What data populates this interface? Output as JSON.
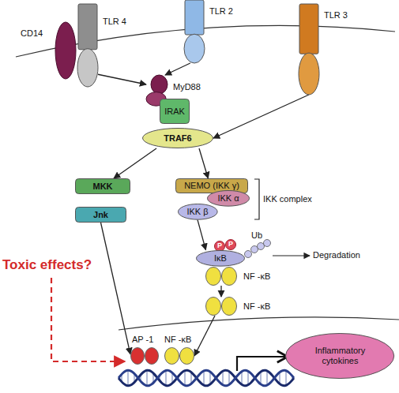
{
  "diagram": {
    "nodes": [
      {
        "text": [
          "CD14"
        ]
      },
      {
        "text": [
          "TLR 4"
        ]
      },
      {
        "text": [
          "TLR 2"
        ]
      },
      {
        "text": [
          "TLR 3"
        ]
      },
      {
        "text": [
          "MyD88"
        ]
      },
      {
        "text": [
          "IRAK"
        ]
      },
      {
        "text": [
          "TRAF6"
        ]
      },
      {
        "text": [
          "MKK"
        ]
      },
      {
        "text": [
          "Jnk"
        ]
      },
      {
        "text": [
          "NEMO (IKK γ)"
        ]
      },
      {
        "text": [
          "IKK α"
        ]
      },
      {
        "text": [
          "IKK β"
        ]
      },
      {
        "text": [
          "IκB"
        ]
      },
      {
        "text": [
          "NF -κB"
        ]
      },
      {
        "text": [
          "NF -κB"
        ]
      },
      {
        "text": [
          "AP -1"
        ]
      },
      {
        "text": [
          "NF -κB"
        ]
      },
      {
        "text": [
          "Inflammatory cytokines"
        ]
      }
    ],
    "edges": [
      {
        "from": 1,
        "to": 4,
        "arrow": "to"
      },
      {
        "from": 2,
        "to": 4,
        "arrow": "to"
      },
      {
        "from": 3,
        "to": 6,
        "arrow": "to"
      },
      {
        "from": 6,
        "to": 7,
        "arrow": "to"
      },
      {
        "from": 6,
        "to": 9,
        "arrow": "to"
      },
      {
        "from": 11,
        "to": 12,
        "arrow": "to"
      },
      {
        "from": 13,
        "to": 14,
        "arrow": "to"
      },
      {
        "from": 14,
        "to": 16,
        "arrow": "to"
      },
      {
        "from": 8,
        "to": 15,
        "arrow": "to"
      }
    ],
    "labels": [
      "IKK complex",
      "P",
      "P",
      "Ub",
      "Degradation",
      "Toxic effects?"
    ]
  }
}
